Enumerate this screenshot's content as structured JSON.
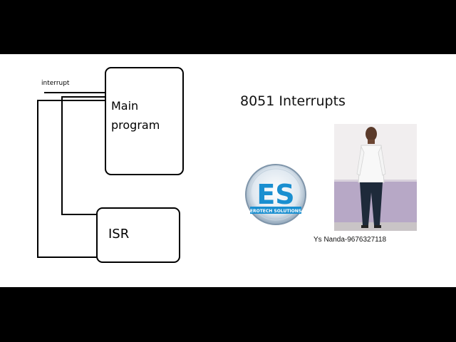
{
  "diagram": {
    "interrupt_label": "interrupt",
    "main_label_line1": "Main",
    "main_label_line2": "program",
    "isr_label": "ISR"
  },
  "slide": {
    "title": "8051 Interrupts",
    "caption": "Ys Nanda-9676327118"
  },
  "logo": {
    "letters": "ES",
    "text": "EROTECH SOLUTIONS",
    "color": "#1a8fd0"
  }
}
